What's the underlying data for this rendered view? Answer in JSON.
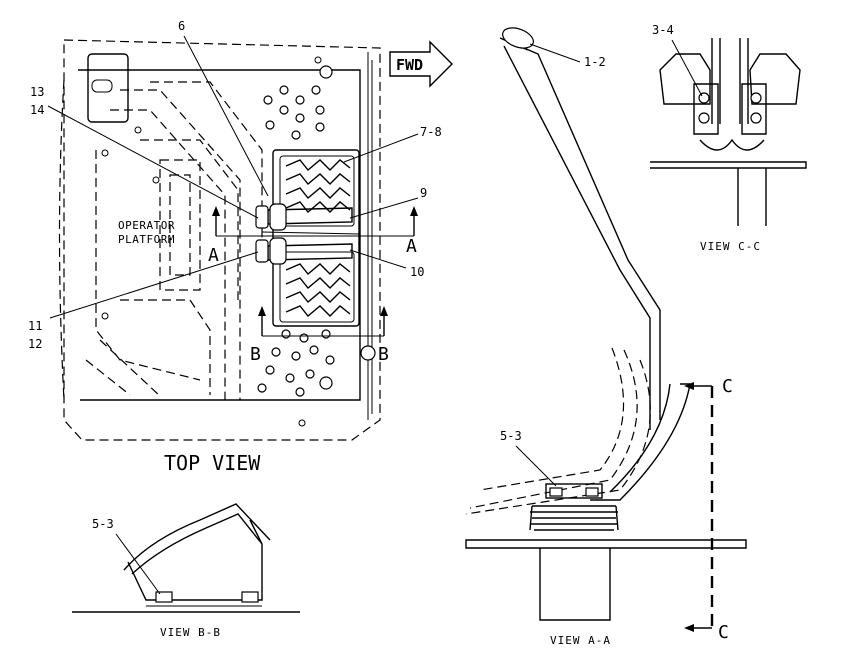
{
  "diagram": {
    "fwd_label": "FWD",
    "top_view": {
      "title": "TOP VIEW",
      "platform_line1": "OPERATOR",
      "platform_line2": "PLATFORM",
      "callouts": {
        "c6": "6",
        "c13": "13",
        "c14": "14",
        "c78": "7-8",
        "c9": "9",
        "c10": "10",
        "c11": "11",
        "c12": "12"
      },
      "section_marks": {
        "a_left": "A",
        "a_right": "A",
        "b_left": "B",
        "b_right": "B"
      }
    },
    "view_aa": {
      "title": "VIEW A-A",
      "callout_12": "1-2",
      "callout_53": "5-3",
      "section_c_top": "C",
      "section_c_bottom": "C"
    },
    "view_cc": {
      "title": "VIEW C-C",
      "callout_34": "3-4"
    },
    "view_bb": {
      "title": "VIEW B-B",
      "callout_53": "5-3"
    }
  }
}
